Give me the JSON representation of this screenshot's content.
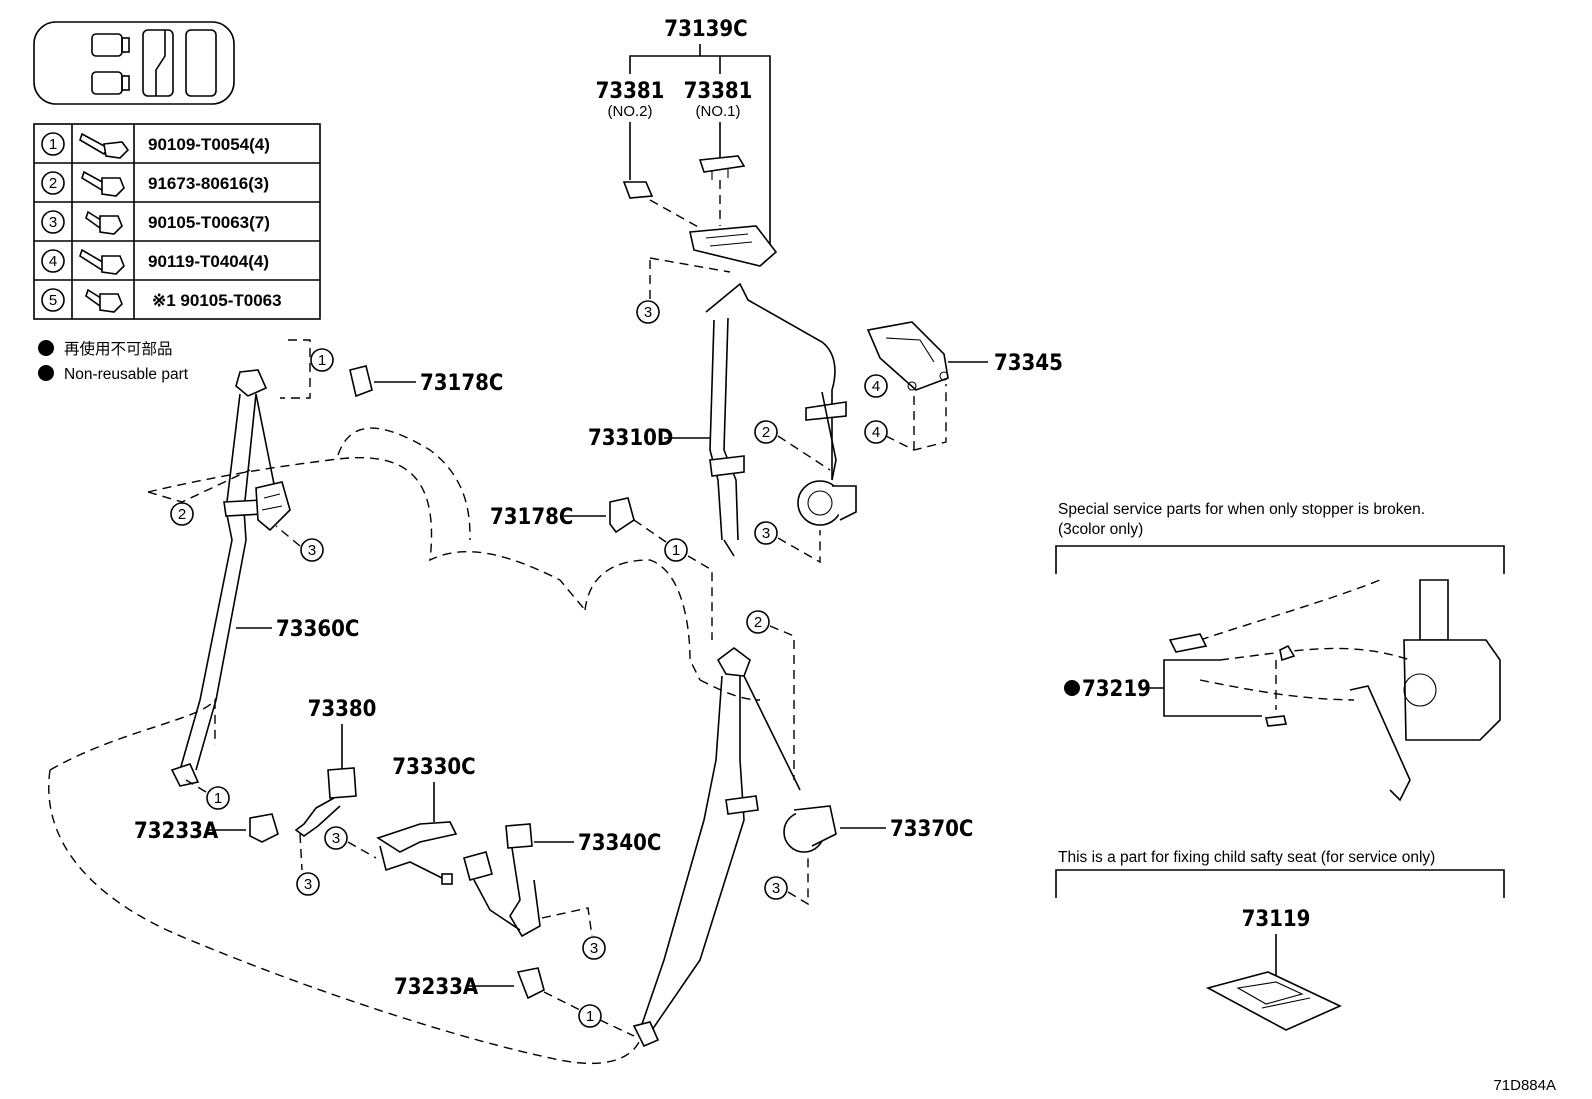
{
  "diagram_id": "71D884A",
  "legend": {
    "jp": "再使用不可部品",
    "en": "Non-reusable part"
  },
  "bolt_table": [
    {
      "num": "1",
      "part": "90109-T0054(4)"
    },
    {
      "num": "2",
      "part": "91673-80616(3)"
    },
    {
      "num": "3",
      "part": "90105-T0063(7)"
    },
    {
      "num": "4",
      "part": "90119-T0404(4)"
    },
    {
      "num": "5",
      "part": "※1 90105-T0063"
    }
  ],
  "parts": {
    "p73139C": "73139C",
    "p73381_no2": "73381",
    "p73381_no2_sub": "(NO.2)",
    "p73381_no1": "73381",
    "p73381_no1_sub": "(NO.1)",
    "p73345": "73345",
    "p73310D": "73310D",
    "p73178C_top": "73178C",
    "p73178C_mid": "73178C",
    "p73360C": "73360C",
    "p73380": "73380",
    "p73330C": "73330C",
    "p73340C": "73340C",
    "p73233A_left": "73233A",
    "p73233A_bottom": "73233A",
    "p73370C": "73370C",
    "p73219": "73219",
    "p73119": "73119"
  },
  "callouts": {
    "c1a": "1",
    "c1b": "1",
    "c1c": "1",
    "c1d": "1",
    "c2a": "2",
    "c2b": "2",
    "c2c": "2",
    "c3a": "3",
    "c3b": "3",
    "c3c": "3",
    "c3d": "3",
    "c3e": "3",
    "c3f": "3",
    "c3g": "3",
    "c4a": "4",
    "c4b": "4"
  },
  "notes": {
    "special_line1": "Special service parts for when only stopper is broken.",
    "special_line2": "(3color only)",
    "child_seat": "This is a part for fixing child safty seat (for service only)"
  }
}
